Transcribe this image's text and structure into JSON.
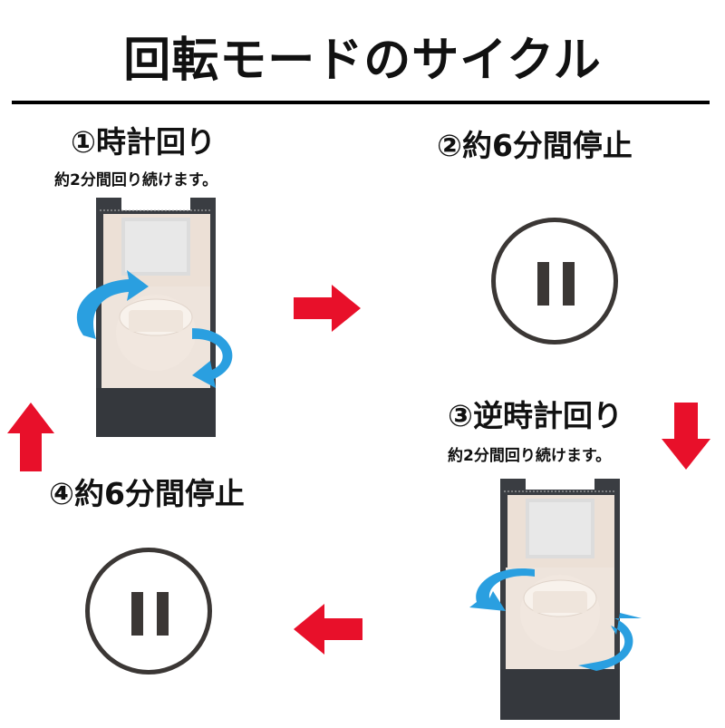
{
  "header": {
    "title": "回転モードのサイクル"
  },
  "steps": [
    {
      "number": "①",
      "title": "①時計回り",
      "subtitle": "約2分間回り続けます。",
      "icon": "watch-winder-clockwise"
    },
    {
      "number": "②",
      "title": "②約6分間停止",
      "icon": "pause-icon"
    },
    {
      "number": "③",
      "title": "③逆時計回り",
      "subtitle": "約2分間回り続けます。",
      "icon": "watch-winder-counterclockwise"
    },
    {
      "number": "④",
      "title": "④約6分間停止",
      "icon": "pause-icon"
    }
  ],
  "arrows": [
    {
      "direction": "right",
      "from": "step1",
      "to": "step2"
    },
    {
      "direction": "down",
      "from": "step2",
      "to": "step3"
    },
    {
      "direction": "left",
      "from": "step3",
      "to": "step4"
    },
    {
      "direction": "up",
      "from": "step4",
      "to": "step1"
    }
  ],
  "colors": {
    "arrow_red": "#e8102a",
    "rotation_blue": "#2a9fe0",
    "box_dark": "#3a3d42",
    "lining": "#eee4dc",
    "pause": "#3b3735"
  }
}
